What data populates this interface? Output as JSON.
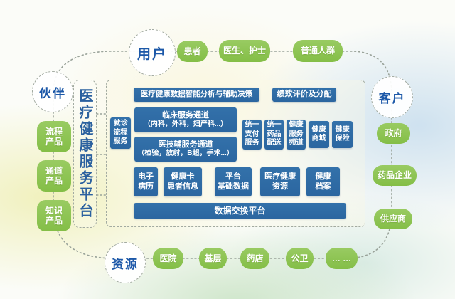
{
  "title": "医疗健康服务平台",
  "ring": {
    "users": {
      "label": "用户",
      "pills": [
        "患者",
        "医生、护士",
        "普通人群"
      ]
    },
    "partners": {
      "label": "伙伴",
      "pills": [
        "流程\n产品",
        "通道\n产品",
        "知识\n产品"
      ]
    },
    "customers": {
      "label": "客户",
      "pills": [
        "政府",
        "药品企业",
        "供应商"
      ]
    },
    "resources": {
      "label": "资源",
      "pills": [
        "医院",
        "基层",
        "药店",
        "公卫",
        "… …"
      ]
    }
  },
  "panel": {
    "analysis_bar": "医疗健康数据智能分析与辅助决策",
    "performance_bar": "绩效评价及分配",
    "visit_box": "就诊\n流程\n服务",
    "clinical_title": "临床服务通道",
    "clinical_sub": "（内科，外科，妇产科...）",
    "medtech_title": "医技辅服务通道",
    "medtech_sub": "（检验，放射，B超，手术...）",
    "channel_boxes": [
      "统一\n支付\n服务",
      "统一\n药品\n配送",
      "健康\n服务\n频道",
      "健康\n商城",
      "健康\n保险"
    ],
    "data_boxes": [
      "电子\n病历",
      "健康卡\n患者信息",
      "平台\n基础数据",
      "医疗健康\n资源",
      "健康\n档案"
    ],
    "exchange_bar": "数据交换平台"
  },
  "colors": {
    "box_blue": "#2e6ca6",
    "pill_green": "#8dc152",
    "label_blue": "#1c58a8",
    "dash_gray": "#a2aaa0"
  }
}
